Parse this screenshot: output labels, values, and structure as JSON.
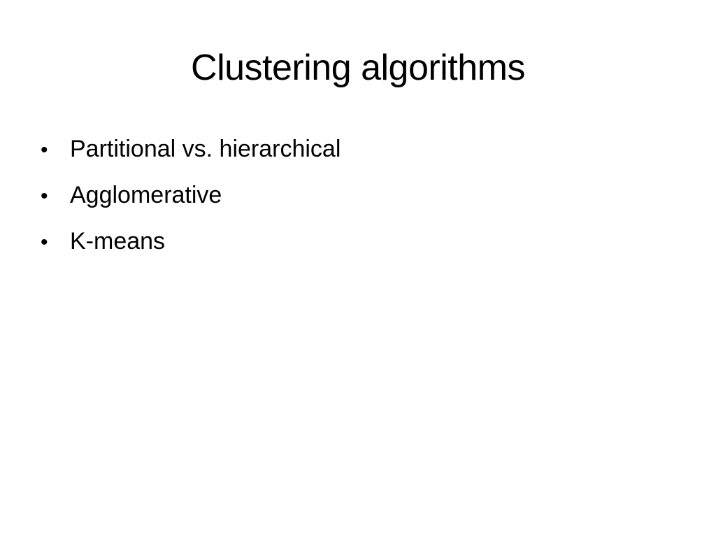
{
  "slide": {
    "title": "Clustering algorithms",
    "bullet_symbol": "•",
    "bullets": [
      "Partitional vs. hierarchical",
      "Agglomerative",
      "K-means"
    ]
  }
}
